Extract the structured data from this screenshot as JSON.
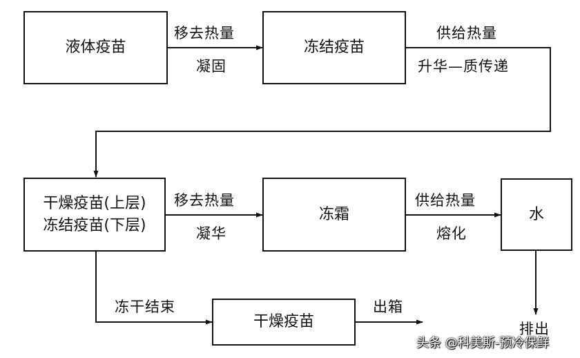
{
  "nodes": {
    "liquid_vaccine": "液体疫苗",
    "frozen_vaccine": "冻结疫苗",
    "dried_upper": "干燥疫苗(上层)",
    "frozen_lower": "冻结疫苗(下层)",
    "frost": "冻霜",
    "water": "水",
    "dried_vaccine": "干燥疫苗"
  },
  "edges": {
    "e1_top": "移去热量",
    "e1_bottom": "凝固",
    "e2_top": "供给热量",
    "e2_bottom": "升华—质传递",
    "e3_top": "移去热量",
    "e3_bottom": "凝华",
    "e4_top": "供给热量",
    "e4_bottom": "熔化",
    "e5_label": "冻干结束",
    "e6_label": "出箱",
    "e7_label": "排出"
  },
  "watermark": "头条 @科美斯-预冷保鲜"
}
